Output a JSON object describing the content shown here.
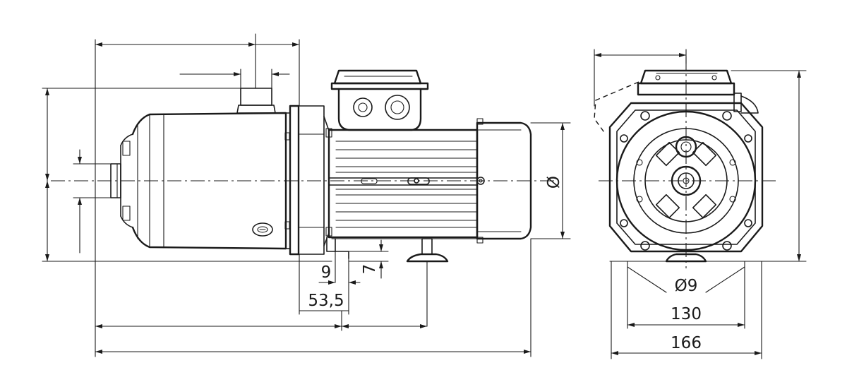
{
  "dimensions": {
    "side_view": {
      "flange_offset": "9",
      "foot_height": "7",
      "foot_distance": "53,5",
      "motor_diameter": "Ø"
    },
    "front_view": {
      "hole_diameter": "Ø9",
      "hole_spacing": "130",
      "base_width": "166"
    }
  },
  "colors": {
    "line": "#1a1a1a",
    "background": "#ffffff"
  }
}
